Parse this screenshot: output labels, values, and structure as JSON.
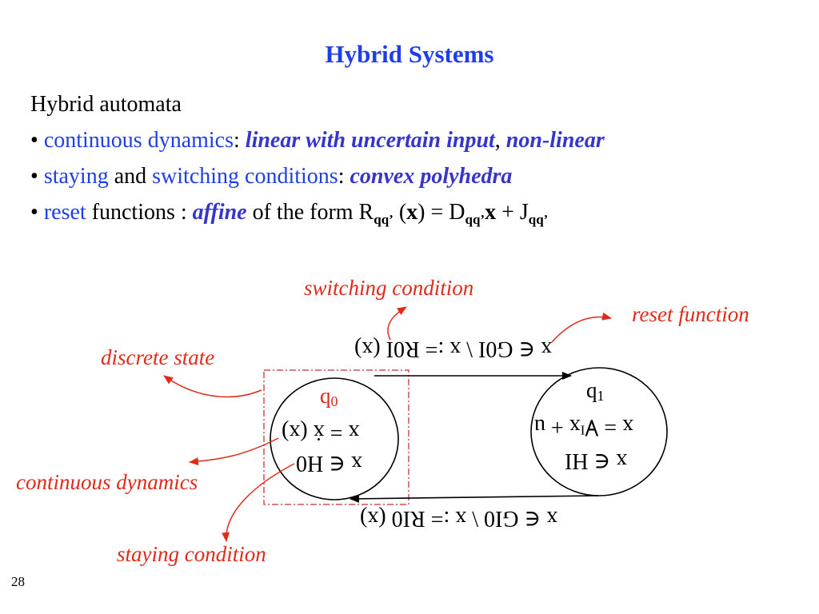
{
  "slide": {
    "title": "Hybrid Systems",
    "heading": "Hybrid automata",
    "bullet": "•",
    "line1": {
      "term": "continuous dynamics",
      "sep": ":",
      "value1": "linear with uncertain input",
      "comma": ",",
      "value2": "non-linear"
    },
    "line2": {
      "term1": "staying",
      "and": "and",
      "term2": "switching conditions",
      "sep": ":",
      "value": "convex polyhedra"
    },
    "line3": {
      "term": "reset",
      "mid": "functions :",
      "value": "affine",
      "tail": "of the form R",
      "sub1": "qq’",
      "expr1": " (",
      "x1": "x",
      "expr2": ") = D",
      "sub2": "qq’",
      "x2": "x",
      "expr3": " + J",
      "sub3": "qq’"
    },
    "page_number": "28"
  },
  "diagram": {
    "callouts": {
      "switching": "switching condition",
      "reset": "reset function",
      "discrete": "discrete state",
      "continuous": "continuous dynamics",
      "staying": "staying condition"
    },
    "states": [
      {
        "name": "q",
        "index": "0",
        "dynamics": "x = ẋ (x)",
        "staying": "x ∈ H0"
      },
      {
        "name": "q",
        "index": "1",
        "dynamics": "x = ∀ᴵx + u",
        "staying": "x ∈ HI"
      }
    ],
    "edges": {
      "top": "x ∈ G0I \\ x := R0I (x)",
      "bottom": "x ∈ GI0 \\ x := RI0 (x)"
    },
    "colors": {
      "title": "#1f3fe6",
      "emphasis": "#3535cc",
      "callout": "#e02a1a",
      "dashed_box": "#d05050"
    }
  }
}
